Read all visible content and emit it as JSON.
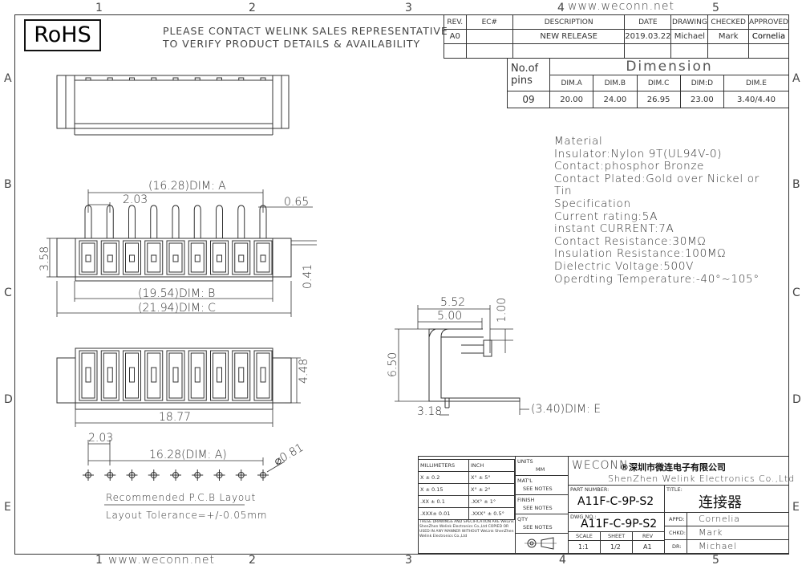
{
  "zone_labels": {
    "top": [
      "1",
      "2",
      "3",
      "4",
      "5"
    ],
    "left": [
      "A",
      "B",
      "C",
      "D",
      "E"
    ]
  },
  "rohs": "RoHS",
  "notice": {
    "line1": "PLEASE CONTACT WELINK SALES REPRESENTATIVE",
    "line2": "TO VERIFY PRODUCT DETAILS & AVAILABILITY"
  },
  "website": "www.weconn.net",
  "revision_table": {
    "headers": [
      "REV.",
      "EC#",
      "DESCRIPTION",
      "DATE",
      "DRAWING",
      "CHECKED",
      "APPROVED"
    ],
    "row": [
      "A0",
      "",
      "NEW RELEASE",
      "2019.03.22",
      "Michael",
      "Mark",
      "Cornelia"
    ]
  },
  "dimension_table": {
    "title": "Dimension",
    "pins_label": "No.of pins",
    "headers": [
      "DIM.A",
      "DIM.B",
      "DIM.C",
      "DIM:D",
      "DIM.E"
    ],
    "row": [
      "09",
      "20.00",
      "24.00",
      "26.95",
      "23.00",
      "3.40/4.40"
    ]
  },
  "material": [
    "Material",
    "Insulator:Nylon 9T(UL94V-0)",
    "Contact:phosphor Bronze",
    "Contact Plated:Gold over Nickel or",
    "Tin",
    "Specification",
    "Current rating:5A",
    "instant CURRENT:7A",
    "Contact Resistance:30MΩ",
    "Insulation Resistance:100MΩ",
    "Dielectric Voltage:500V",
    "Operdting Temperature:-40°~105°"
  ],
  "dims": {
    "front_width": "(16.28)DIM: A",
    "pitch": "2.03",
    "pin_width": "0.65",
    "height": "3.58",
    "offset": "0.41",
    "dim_b": "(19.54)DIM: B",
    "dim_c": "(21.94)DIM: C",
    "side_w1": "5.52",
    "side_w2": "5.00",
    "side_h1": "1.00",
    "side_h2": "6.50",
    "side_foot": "3.18",
    "dim_e": "(3.40)DIM: E",
    "bottom_h": "4.48",
    "bottom_w": "18.77",
    "pcb_pitch": "2.03",
    "pcb_span": "16.28(DIM: A)",
    "hole": "⌀0.81",
    "pcb_label": "Recommended P.C.B Layout",
    "tolerance": "Layout Tolerance=+/-0.05mm"
  },
  "tolerance_table": {
    "headers": [
      "MILLIMETERS",
      "INCH"
    ],
    "rows": [
      [
        "X  ± 0.2",
        "X°  ± 5°"
      ],
      [
        "X  ± 0.15",
        "X°  ± 2°"
      ],
      [
        ".XX  ± 0.1",
        ".XX°  ± 1°"
      ],
      [
        ".XXX± 0.01",
        ".XXX° ± 0.5°"
      ]
    ],
    "note": "THESE DRAWINGS AND SPECIFICATION ARE WeLink ShenZhen Welink Electronics Co.,Ltd COPIED OR USED IN ANY MANNER WITHOUT WeLink ShenZhen Welink Electronics Co.,Ltd"
  },
  "units": {
    "units_label": "UNITS",
    "units_value": "MM",
    "matl_label": "MAT'L",
    "matl_value": "SEE NOTES",
    "finish_label": "FINISH",
    "finish_value": "SEE NOTES",
    "qty_label": "QTY",
    "qty_value": "SEE NOTES"
  },
  "title_block": {
    "brand": "WECONN",
    "company_cn": "®深圳市微连电子有限公司",
    "company_en": "ShenZhen Welink Electronics Co.,Ltd",
    "part_label": "PART NUMBER:",
    "part_number": "A11F-C-9P-S2",
    "title_label": "TITLE:",
    "title_cn": "连接器",
    "dwg_label": "DWG NO.:",
    "dwg_number": "A11F-C-9P-S2",
    "scale_label": "SCALE",
    "scale": "1:1",
    "sheet_label": "SHEET",
    "sheet": "1/2",
    "rev_label": "REV",
    "rev": "A1",
    "appd_label": "APPD:",
    "appd": "Cornelia",
    "chkd_label": "CHKD:",
    "chkd": "Mark",
    "dr_label": "DR:",
    "dr": "Michael"
  }
}
